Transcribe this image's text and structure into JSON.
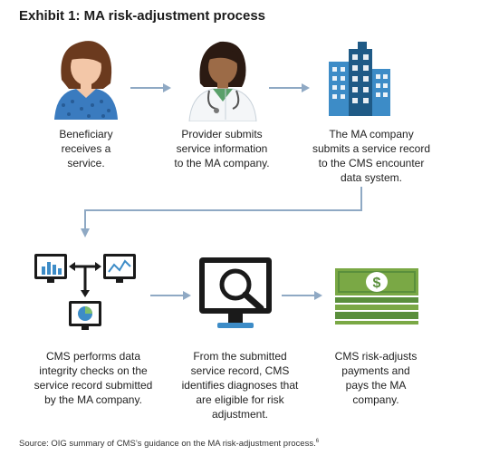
{
  "title": "Exhibit 1: MA risk-adjustment process",
  "steps": [
    {
      "lines": [
        "Beneficiary",
        "receives a",
        "service."
      ],
      "icon": "beneficiary-woman-icon"
    },
    {
      "lines": [
        "Provider submits",
        "service information",
        "to the MA company."
      ],
      "icon": "doctor-with-stethoscope-icon"
    },
    {
      "lines": [
        "The MA company",
        "submits a service record",
        "to the CMS encounter",
        "data system."
      ],
      "icon": "office-buildings-icon"
    },
    {
      "lines": [
        "CMS performs data",
        "integrity checks on the",
        "service record submitted",
        "by the MA company."
      ],
      "icon": "computer-monitors-charts-icon"
    },
    {
      "lines": [
        "From the submitted",
        "service record, CMS",
        "identifies diagnoses that",
        "are eligible for risk",
        "adjustment."
      ],
      "icon": "monitor-magnifier-icon"
    },
    {
      "lines": [
        "CMS risk-adjusts",
        "payments and",
        "pays the MA",
        "company."
      ],
      "icon": "money-stack-icon"
    }
  ],
  "source": {
    "text": "Source: OIG summary of CMS’s guidance on the MA risk-adjustment process.",
    "footnote": "6"
  },
  "colors": {
    "arrow": "#8fa9c4",
    "blue_dark": "#1f5a86",
    "blue_light": "#3d8cc7",
    "green": "#5a8f3c",
    "money_green": "#7aa845",
    "skin": "#f3c7a8",
    "hair": "#6b3a1e"
  }
}
